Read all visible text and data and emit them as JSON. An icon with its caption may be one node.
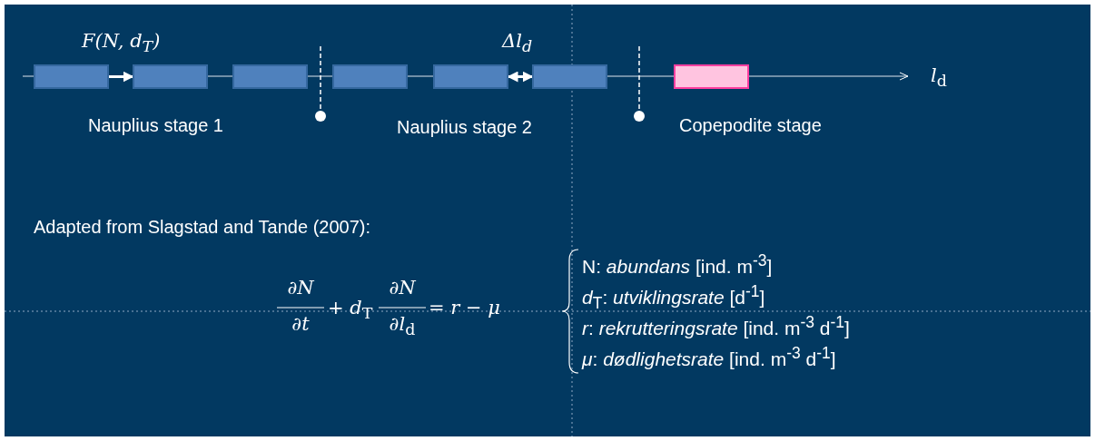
{
  "diagram": {
    "nodes": [
      {
        "text": [],
        "shape": "box"
      },
      {
        "text": [],
        "shape": "box"
      },
      {
        "text": [],
        "shape": "box"
      },
      {
        "text": [],
        "shape": "box"
      },
      {
        "text": [],
        "shape": "box"
      },
      {
        "text": [],
        "shape": "box"
      },
      {
        "text": [],
        "shape": "box"
      }
    ],
    "edges": [
      {
        "from": 0,
        "to": 1,
        "arrow": "to",
        "label": "F(N, d$_{T}$)"
      },
      {
        "from": 4,
        "to": 5,
        "arrow": "both",
        "label": "Δl$_{d}$"
      }
    ],
    "labels": [
      "*l*$_{d}$",
      "Nauplius stage 1",
      "Nauplius stage 2",
      "Copepodite stage",
      "Adapted from Slagstad and Tande (2007):",
      "∂*N*",
      "∂*t*",
      "+ *d*$_{T}$",
      "∂*N*",
      "∂*l*$_{d}$",
      "= *r* − *μ*",
      "N: *abundans* [ind. m$^{-3}$]",
      "*d*$_{T}$: *utviklingsrate* [d$^{-1}$]",
      "*r*: *rekrutteringsrate* [ind. m$^{-3}$ d$^{-1}$]",
      "*μ*: *dødlighetsrate* [ind. m$^{-3}$ d$^{-1}$]"
    ]
  }
}
